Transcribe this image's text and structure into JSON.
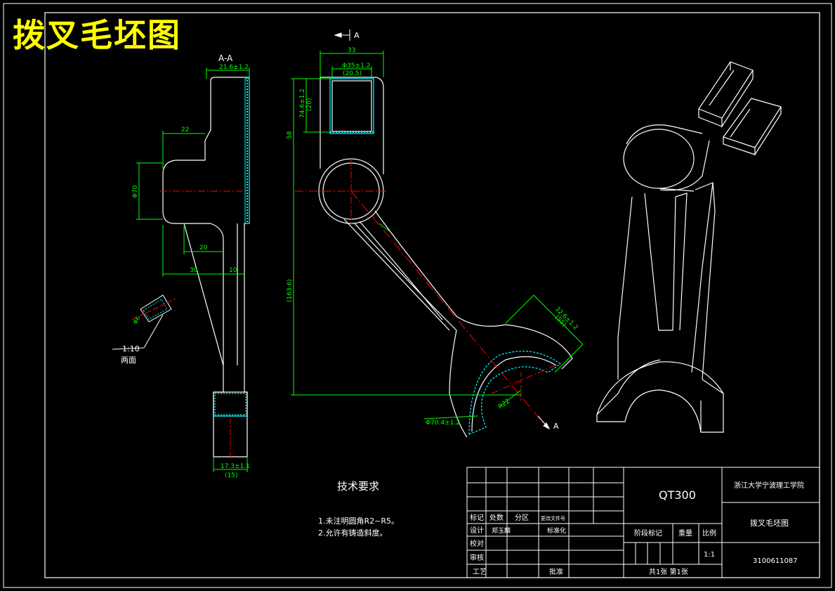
{
  "title": "拨叉毛坯图",
  "section_label": "A-A",
  "view_arrow_label": "A",
  "view_arrow_label2": "A",
  "detail_scale": "1:10",
  "detail_label": "两面",
  "dimensions": {
    "top_width_front": "33",
    "slot_inner": "Φ35±1.2",
    "slot_inner_sub": "(20.5)",
    "side_top_width": "21.6±1.2",
    "slot_depth": "74.6±1.2",
    "slot_depth_sub": "(20)",
    "height_upper": "58",
    "hub_offset": "22",
    "hub_dia": "Φ70",
    "width_20": "20",
    "width_30": "30",
    "width_10": "10",
    "total_height": "(163.6)",
    "bottom_thick": "17.3±1.1",
    "bottom_thick_sub": "(15)",
    "fork_radius": "R22",
    "fork_width": "Φ70.4±1.2",
    "fork_span": "32.6±1.2",
    "fork_span_sub": "(55)",
    "detail_dim": "Φ6"
  },
  "tech_req": {
    "heading": "技术要求",
    "line1": "1.未注明圆角R2~R5。",
    "line2": "2.允许有铸造斜度。"
  },
  "title_block": {
    "material": "QT300",
    "school": "浙江大学宁波理工学院",
    "drawing_name": "拨叉毛坯图",
    "drawing_no": "3100611087",
    "stage_mark": "阶段标记",
    "weight": "重量",
    "scale_label": "比例",
    "scale_value": "1:1",
    "sheets": "共1张  第1张",
    "mark": "标记",
    "count": "处数",
    "zone": "分区",
    "change_doc": "更改文件号",
    "design": "设计",
    "designer": "郑玉麟",
    "standardize": "标准化",
    "check": "校对",
    "review": "审核",
    "process": "工艺",
    "approve": "批准"
  },
  "colors": {
    "line": "#ffffff",
    "dim": "#00ff00",
    "center": "#ff0000",
    "hatch": "#00ffff",
    "title": "#ffff00"
  }
}
